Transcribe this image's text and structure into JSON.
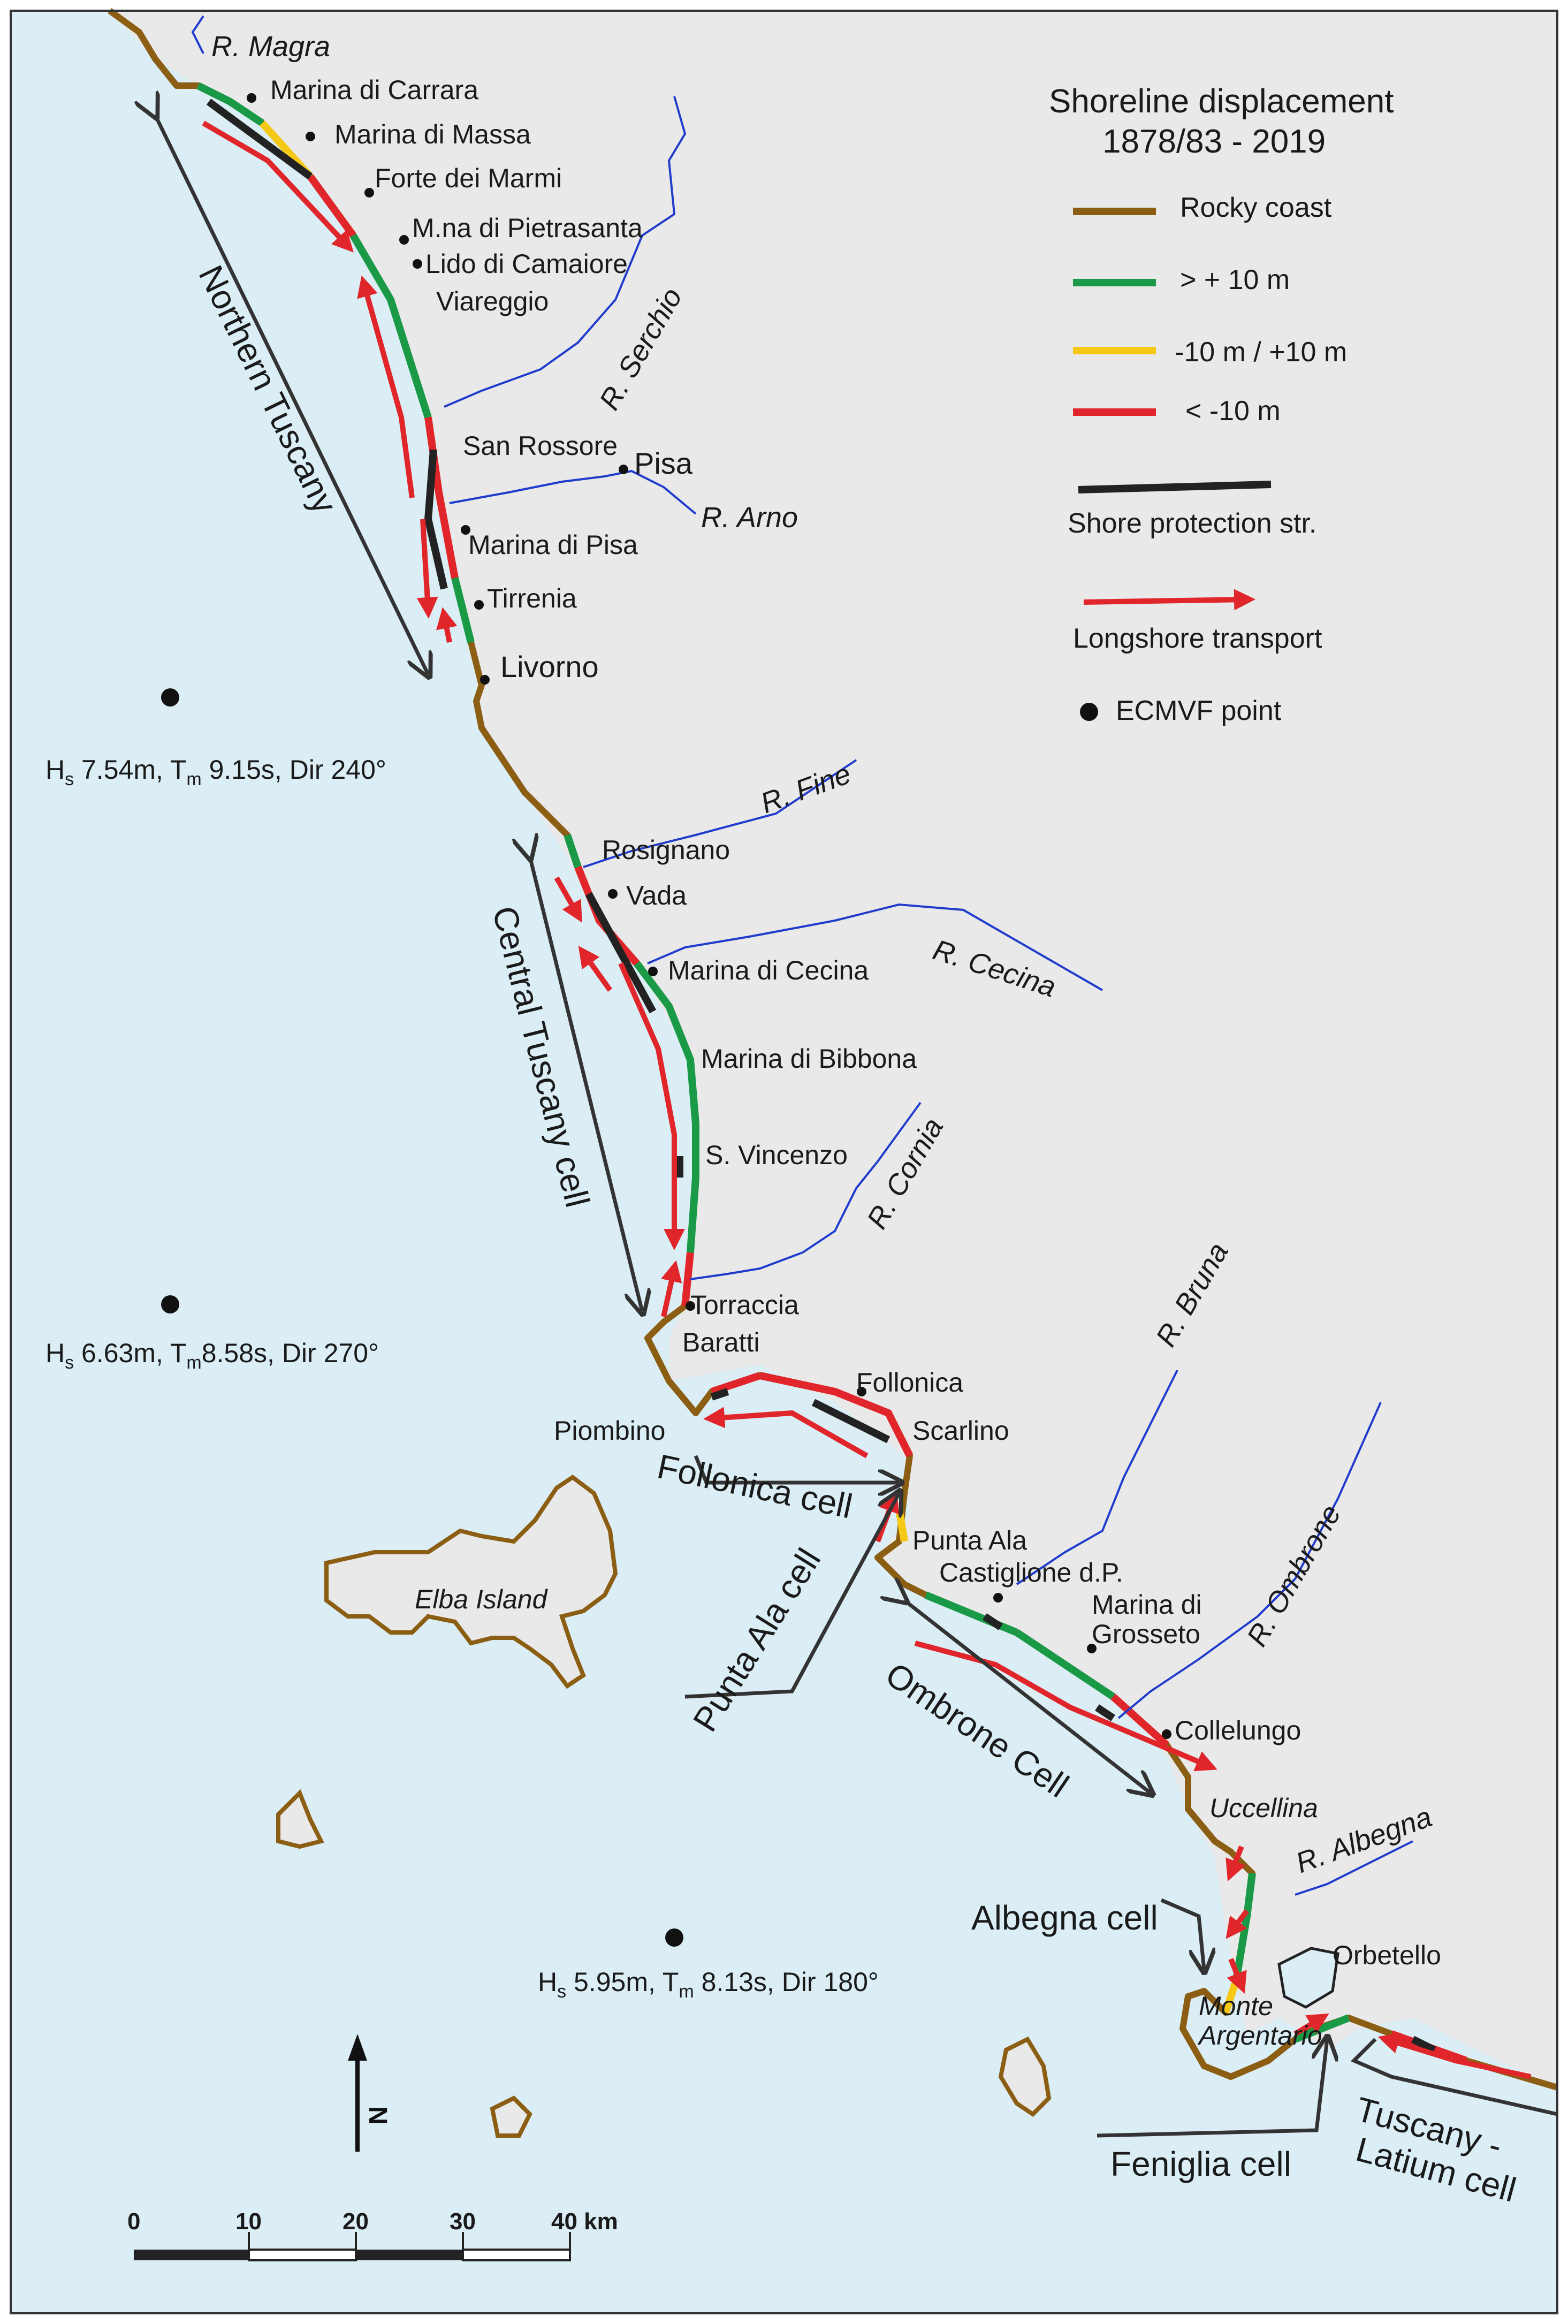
{
  "legend": {
    "title_line1": "Shoreline displacement",
    "title_line2": "1878/83 - 2019",
    "rocky": "Rocky coast",
    "gain": "> + 10 m",
    "stable": "-10 m / +10 m",
    "loss": "< -10 m",
    "protection": "Shore protection str.",
    "transport": "Longshore transport",
    "point": "ECMVF point"
  },
  "colors": {
    "sea": "#dbeef6",
    "land": "#e9e9e9",
    "rocky": "#8b5e14",
    "gain": "#1a9a46",
    "stable": "#f5c816",
    "loss": "#e0262b",
    "protection": "#222222",
    "river": "#1f3ccc",
    "arrow": "#333333"
  },
  "rivers": {
    "magra": "R. Magra",
    "serchio": "R. Serchio",
    "arno": "R. Arno",
    "fine": "R. Fine",
    "cecina": "R. Cecina",
    "cornia": "R. Cornia",
    "bruna": "R. Bruna",
    "ombrone": "R. Ombrone",
    "albegna": "R. Albegna"
  },
  "places": {
    "carrara": "Marina di Carrara",
    "massa": "Marina di Massa",
    "forte": "Forte dei Marmi",
    "pietrasanta": "M.na di Pietrasanta",
    "camaiore": "Lido di Camaiore",
    "viareggio": "Viareggio",
    "rossore": "San Rossore",
    "pisa": "Pisa",
    "marina_pisa": "Marina di Pisa",
    "tirrenia": "Tirrenia",
    "livorno": "Livorno",
    "rosignano": "Rosignano",
    "vada": "Vada",
    "cecina": "Marina di Cecina",
    "bibbona": "Marina di Bibbona",
    "vincenzo": "S. Vincenzo",
    "torraccia": "Torraccia",
    "baratti": "Baratti",
    "piombino": "Piombino",
    "follonica": "Follonica",
    "scarlino": "Scarlino",
    "punta_ala": "Punta Ala",
    "castiglione": "Castiglione d.P.",
    "grosseto1": "Marina di",
    "grosseto2": "Grosseto",
    "collelungo": "Collelungo",
    "uccellina": "Uccellina",
    "orbetello": "Orbetello",
    "argentario1": "Monte",
    "argentario2": "Argentario",
    "elba": "Elba Island"
  },
  "cells": {
    "northern": "Northern Tuscany",
    "central": "Central Tuscany cell",
    "follonica": "Follonica cell",
    "punta_ala": "Punta Ala cell",
    "ombrone": "Ombrone Cell",
    "albegna": "Albegna cell",
    "feniglia": "Feniglia cell",
    "latium1": "Tuscany -",
    "latium2": "Latium cell"
  },
  "wave_points": [
    {
      "hs": "H",
      "hs_sub": "s",
      "hs_val": " 7.54m, T",
      "tm_sub": "m",
      "rest": " 9.15s, Dir 240°"
    },
    {
      "hs": "H",
      "hs_sub": "s",
      "hs_val": " 6.63m, T",
      "tm_sub": "m",
      "rest": "8.58s, Dir 270°"
    },
    {
      "hs": "H",
      "hs_sub": "s",
      "hs_val": " 5.95m, T",
      "tm_sub": "m",
      "rest": " 8.13s, Dir 180°"
    }
  ],
  "north": "N",
  "scale": {
    "ticks": [
      "0",
      "10",
      "20",
      "30",
      "40 km"
    ]
  }
}
